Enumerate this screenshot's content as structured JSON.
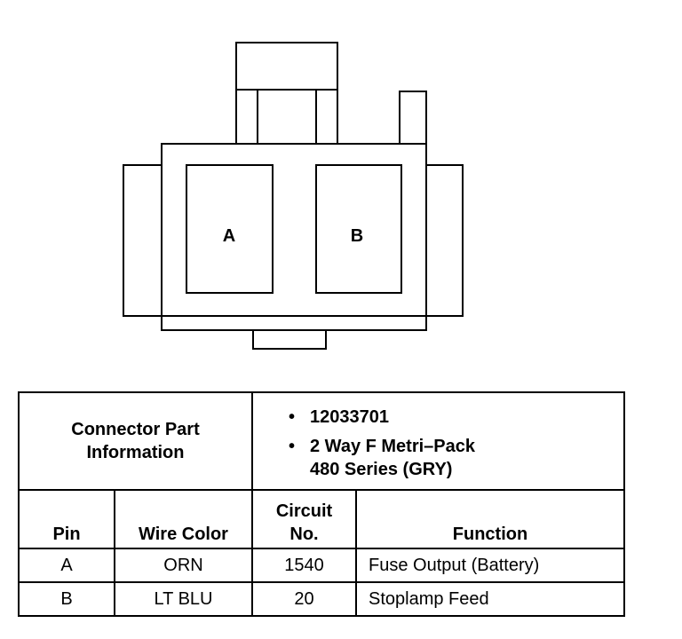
{
  "connector": {
    "cavity_labels": [
      "A",
      "B"
    ]
  },
  "part_info": {
    "label_line1": "Connector Part",
    "label_line2": "Information",
    "bullet_char": "•",
    "items": [
      {
        "line1": "12033701",
        "line2": ""
      },
      {
        "line1": "2 Way F Metri–Pack",
        "line2": "480 Series (GRY)"
      }
    ]
  },
  "table": {
    "headers": {
      "pin": "Pin",
      "wire_color": "Wire Color",
      "circuit_line1": "Circuit",
      "circuit_line2": "No.",
      "function": "Function"
    },
    "rows": [
      {
        "pin": "A",
        "wire_color": "ORN",
        "circuit": "1540",
        "function": "Fuse Output (Battery)"
      },
      {
        "pin": "B",
        "wire_color": "LT BLU",
        "circuit": "20",
        "function": "Stoplamp Feed"
      }
    ]
  }
}
